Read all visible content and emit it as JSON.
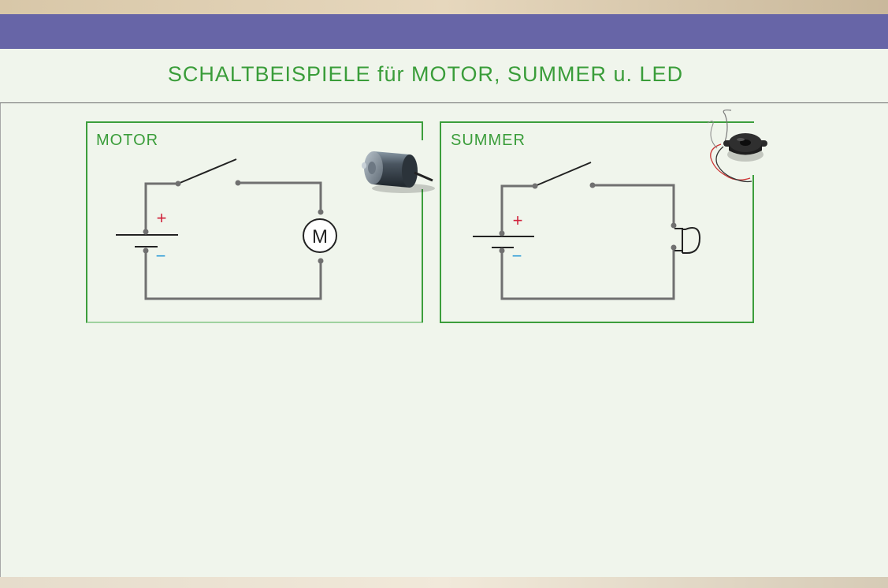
{
  "title": "SCHALTBEISPIELE für MOTOR, SUMMER u. LED",
  "motor_circuit": {
    "label": "MOTOR",
    "plus": "+",
    "minus": "−",
    "motor_symbol": "M"
  },
  "summer_circuit": {
    "label": "SUMMER",
    "plus": "+",
    "minus": "−"
  },
  "colors": {
    "header": "#6765a7",
    "accent_green": "#3a9d3a",
    "wire": "#707070",
    "plus": "#d0203a",
    "minus": "#2a9ad8"
  }
}
